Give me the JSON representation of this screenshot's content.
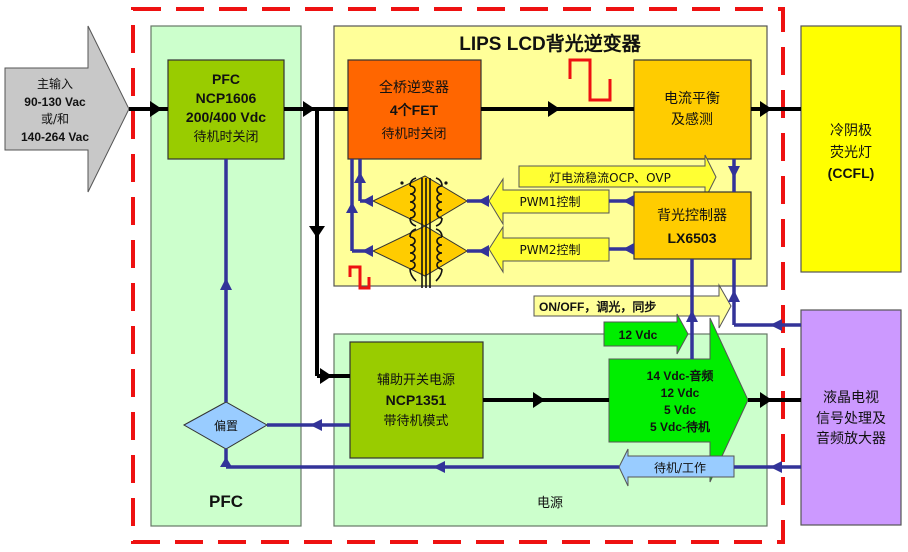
{
  "title": "LIPS LCD背光逆变器",
  "colors": {
    "dashed_border": "#ee1111",
    "pfc_region": "#ccffcc",
    "inverter_region": "#ffff99",
    "power_region": "#ccffcc",
    "pfc_block": "#99cc00",
    "full_bridge": "#ff6600",
    "balance_block": "#ffcc00",
    "ccfl": "#ffff00",
    "lcd_block": "#cc99ff",
    "bias": "#99ccff",
    "output_arrow": "#00ee00",
    "signal_line": "#333399"
  },
  "input_arrow": {
    "lines": [
      "主输入",
      "90-130 Vac",
      "或/和",
      "140-264 Vac"
    ]
  },
  "pfc_block": {
    "lines": [
      "PFC",
      "NCP1606",
      "200/400 Vdc",
      "待机时关闭"
    ]
  },
  "pfc_region_label": "PFC",
  "power_region_label": "电源",
  "bias_label": "偏置",
  "full_bridge": {
    "lines": [
      "全桥逆变器",
      "4个FET",
      "待机时关闭"
    ]
  },
  "balance_block": {
    "lines": [
      "电流平衡",
      "及感测"
    ]
  },
  "controller": {
    "lines": [
      "背光控制器",
      "LX6503"
    ]
  },
  "ccfl": {
    "lines": [
      "冷阴极",
      "荧光灯",
      "(CCFL)"
    ]
  },
  "lcd_block": {
    "lines": [
      "液晶电视",
      "信号处理及",
      "音频放大器"
    ]
  },
  "aux_supply": {
    "lines": [
      "辅助开关电源",
      "NCP1351",
      "带待机模式"
    ]
  },
  "signals": {
    "ocp_ovp": "灯电流稳流OCP、OVP",
    "pwm1": "PWM1控制",
    "pwm2": "PWM2控制",
    "on_off": "ON/OFF，调光，同步",
    "v12": "12 Vdc",
    "standby": "待机/工作"
  },
  "outputs": {
    "lines": [
      "14 Vdc-音频",
      "12 Vdc",
      "5 Vdc",
      "5 Vdc-待机"
    ]
  }
}
